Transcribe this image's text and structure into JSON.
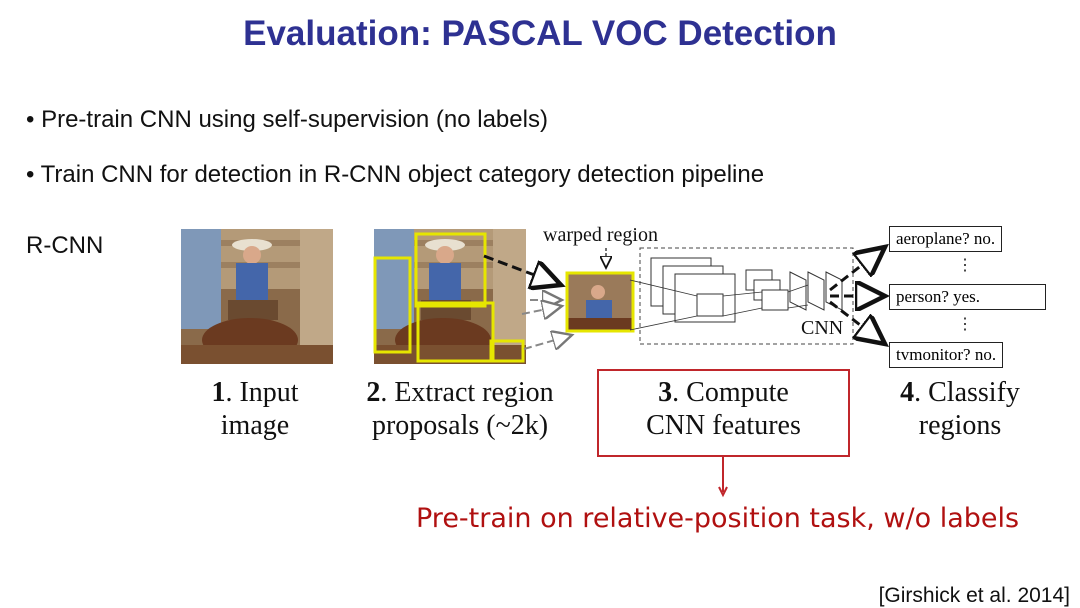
{
  "title": "Evaluation: PASCAL VOC Detection",
  "bullets": [
    "Pre-train CNN using self-supervision (no labels)",
    "Train CNN for detection in R-CNN object category detection pipeline"
  ],
  "bullet_marker": "•",
  "rcnn_label": "R-CNN",
  "diagram": {
    "warped_region_label": "warped region",
    "cnn_label": "CNN",
    "steps": [
      {
        "num": "1",
        "line1": ". Input",
        "line2": "image"
      },
      {
        "num": "2",
        "line1": ". Extract region",
        "line2": "proposals (~2k)"
      },
      {
        "num": "3",
        "line1": ". Compute",
        "line2": "CNN features"
      },
      {
        "num": "4",
        "line1": ". Classify",
        "line2": "regions"
      }
    ],
    "classes": [
      "aeroplane? no.",
      "person? yes.",
      "tvmonitor? no."
    ],
    "ellipsis": "⋮"
  },
  "note": "Pre-train on relative-position task, w/o labels",
  "citation": "[Girshick et al. 2014]",
  "colors": {
    "title": "#2e3192",
    "highlight_box": "#c0262b",
    "note_text": "#b01010",
    "proposal_boxes": "#e6e600"
  }
}
